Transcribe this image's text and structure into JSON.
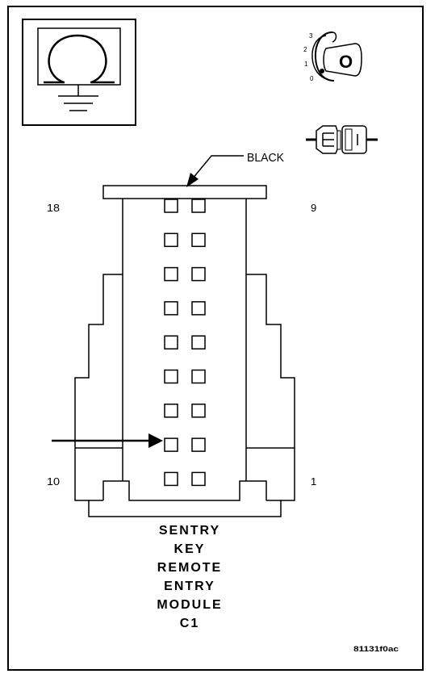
{
  "key_positions": [
    "3",
    "2",
    "1",
    "0"
  ],
  "key_symbol": "O",
  "connector_color": "BLACK",
  "pin_labels": {
    "top_left": "18",
    "top_right": "9",
    "bottom_left": "10",
    "bottom_right": "1"
  },
  "title_lines": [
    "SENTRY",
    "KEY",
    "REMOTE",
    "ENTRY",
    "MODULE",
    "C1"
  ],
  "figure_id": "81131f0ac",
  "cavity_rows": 9,
  "cavity_columns": 2,
  "indicated_row": 8
}
